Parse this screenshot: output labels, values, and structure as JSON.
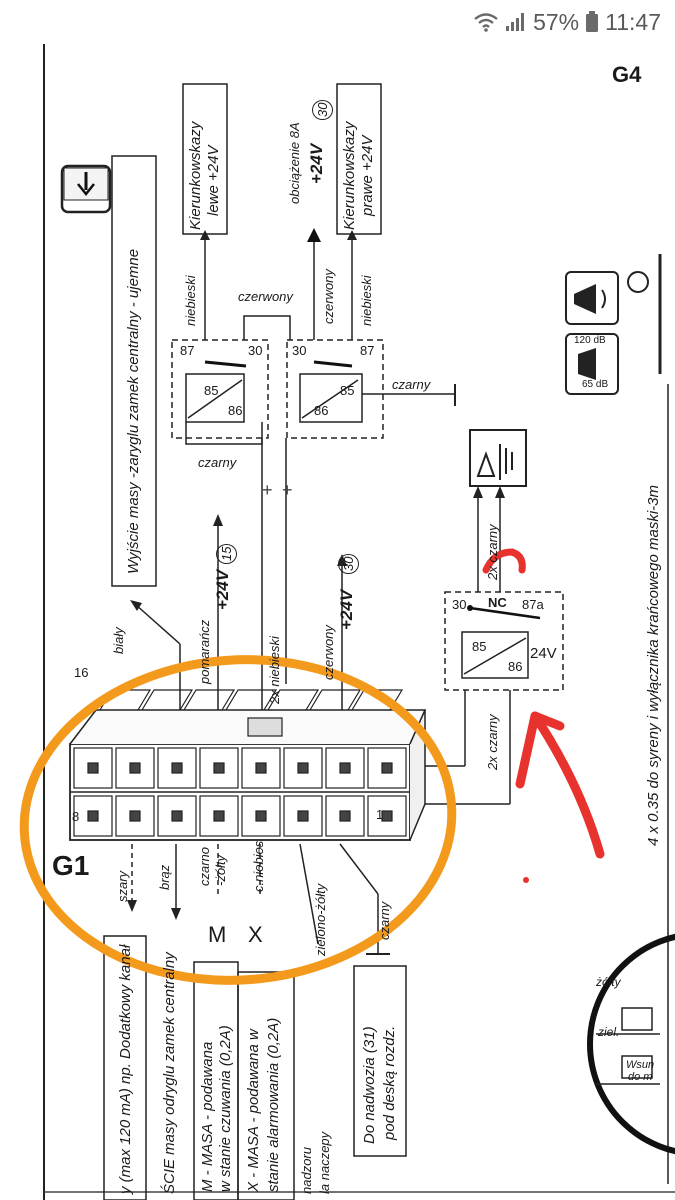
{
  "status_bar": {
    "battery": "57%",
    "time": "11:47",
    "icons": [
      "wifi-icon",
      "signal-icon",
      "battery-icon"
    ]
  },
  "labels": {
    "g4": "G4",
    "g1": "G1",
    "pin16": "16",
    "pin8": "8",
    "pin1": "1",
    "top_banner": "Wyjście masy -zaryglu zamek centralny - ujemne",
    "kier_left_l1": "Kierunkowskazy",
    "kier_left_l2": "lewe +24V",
    "kier_right_l1": "Kierunkowskazy",
    "kier_right_l2": "prawe +24V",
    "obciazenie": "obciążenie 8A",
    "plus24_30_top": "+24V",
    "circle30": "30",
    "niebieski_left": "niebieski",
    "niebieski_right": "niebieski",
    "czerwony_top": "czerwony",
    "czerwony_vert": "czerwony",
    "czarny_right": "czarny",
    "czarny_left": "czarny",
    "r87a": "87",
    "r30a": "30",
    "r85a": "85",
    "r86a": "86",
    "r30b": "30",
    "r87b": "87",
    "r85b": "85",
    "r86b": "86",
    "bialy": "biały",
    "pomaranicz": "pomarańcz",
    "plus24_15": "+24V",
    "circle15": "15",
    "niebieski_2x": "2x niebieski",
    "czerwony_conn": "czerwony",
    "plus24_30_conn": "+24V",
    "circle30_conn": "30",
    "r3_30": "30",
    "r3_nc": "NC",
    "r3_87a": "87a",
    "r3_85": "85",
    "r3_86": "86",
    "r3_24v": "24V",
    "czarny_2x_relay": "2x czarny",
    "czarny_2x_siren": "2x czarny",
    "szary": "szary",
    "braz": "brąz",
    "czarno_zolty": "czarno",
    "czarno_zolty2": "-żółty",
    "c_niebies": "c.niebies",
    "M": "M",
    "X": "X",
    "zielono_zolty": "zielono-żółty",
    "czarny_ground": "czarny",
    "do_nadwozia_l1": "Do nadwozia (31)",
    "do_nadwozia_l2": "pod deską rozdz.",
    "m_masa_l1": "M - MASA - podawana",
    "m_masa_l2": "w stanie czuwania (0,2A)",
    "x_masa_l1": "X - MASA - podawana w",
    "x_masa_l2": "stanie alarmowania (0,2A)",
    "wyjscie_masy": "ŚCIE masy odryglu zamek centralny",
    "dodatkowy": "y (max 120 mA) np. Dodatkowy kanał",
    "nadzoru": "nadzoru",
    "naczepy": "la naczepy",
    "syrena_note": "4 x 0.35 do syreny i wyłącznika krańcowego maski-3m",
    "db120": "120 dB",
    "db65": "65 dB",
    "zolty": "żółty",
    "ziel": "ziel.",
    "wsun": "Wsun",
    "do_m": "do m"
  },
  "colors": {
    "highlight_orange": "#f39a1c",
    "annotation_red": "#e8322e",
    "ink": "#1a1a1a"
  }
}
